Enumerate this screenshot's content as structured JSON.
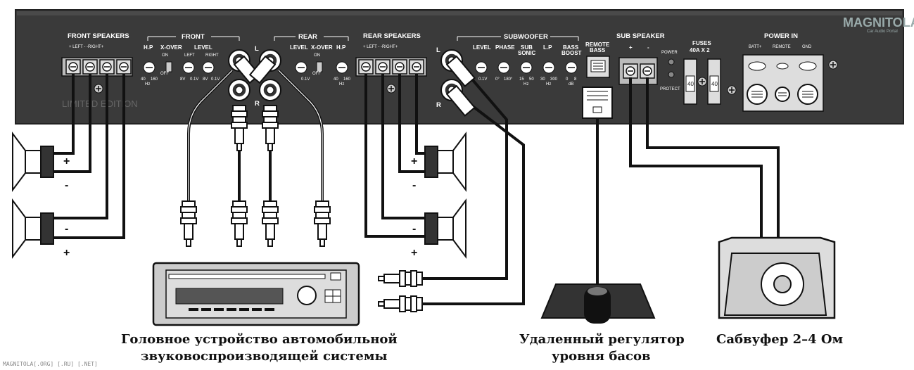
{
  "brand": {
    "logo": "MAGNITOLA",
    "logo_sub": "Car Audio Portal",
    "edition": "LIMITED EDITION"
  },
  "panel": {
    "front_speakers": "FRONT SPEAKERS",
    "front_speakers_pins": "+ LEFT -   -RIGHT+",
    "front": "FRONT",
    "hp": "H.P",
    "xover": "X-OVER",
    "level": "LEVEL",
    "on": "ON",
    "off": "OFF",
    "left": "LEFT",
    "right": "RIGHT",
    "hz_40": "40",
    "hz_160": "160",
    "hz": "Hz",
    "v8": "8V",
    "v01": "0.1V",
    "ch_l": "L",
    "ch_r": "R",
    "rear": "REAR",
    "rear_speakers": "REAR SPEAKERS",
    "rear_speakers_pins": "+ LEFT -   -RIGHT+",
    "subwoofer": "SUBWOOFER",
    "sub_level": "LEVEL",
    "phase": "PHASE",
    "sub_sonic_1": "SUB",
    "sub_sonic_2": "SONIC",
    "lp": "L.P",
    "bass_boost_1": "BASS",
    "bass_boost_2": "BOOST",
    "deg0": "0°",
    "deg180": "180°",
    "hz15": "15",
    "hz50": "50",
    "hz30": "30",
    "hz300": "300",
    "db0": "0",
    "db8": "8",
    "db": "dB",
    "remote_bass_1": "REMOTE",
    "remote_bass_2": "BASS",
    "sub_speaker": "SUB SPEAKER",
    "sub_plus": "+",
    "sub_minus": "-",
    "power": "POWER",
    "protect": "PROTECT",
    "fuses_1": "FUSES",
    "fuses_2": "40A X 2",
    "fuse_val": "40",
    "power_in": "POWER IN",
    "batt": "BATT+",
    "remote": "REMOTE",
    "gnd": "GND"
  },
  "signs": {
    "plus": "+",
    "minus": "-"
  },
  "captions": {
    "head_unit_1": "Головное устройство автомобильной",
    "head_unit_2": "звуковоспроизводящей системы",
    "remote_1": "Удаленный регулятор",
    "remote_2": "уровня басов",
    "sub": "Сабвуфер 2–4 Ом"
  },
  "watermark": "MAGNITOLA[.ORG] [.RU] [.NET]",
  "colors": {
    "panel": "#3a3a3a",
    "panel_edge": "#555555",
    "wire": "#111111",
    "logo_accent": "#cc2222"
  }
}
